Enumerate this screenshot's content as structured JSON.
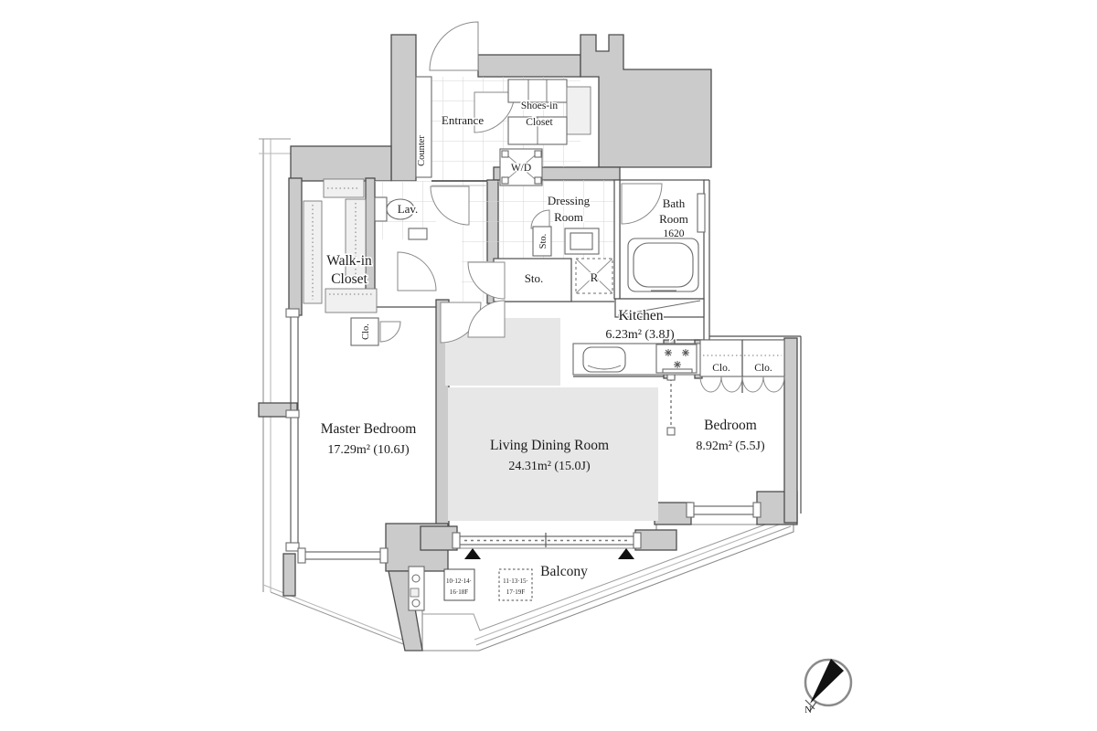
{
  "colors": {
    "wall_fill": "#cbcbcb",
    "wall_stroke": "#4d4d4d",
    "tile_line": "#d4d4d4",
    "ceiling_fill": "#e7e7e7",
    "marker_black": "#111111",
    "background": "#ffffff"
  },
  "rooms": {
    "entrance": {
      "name": "Entrance"
    },
    "counter": {
      "name": "Counter"
    },
    "shoes_closet": {
      "line1": "Shoes-in",
      "line2": "Closet"
    },
    "wd": {
      "name": "W/D"
    },
    "dressing": {
      "line1": "Dressing",
      "line2": "Room"
    },
    "bath": {
      "line1": "Bath",
      "line2": "Room",
      "size": "1620"
    },
    "lav": {
      "name": "Lav."
    },
    "walk_in_closet": {
      "line1": "Walk-in",
      "line2": "Closet",
      "clo": "Clo."
    },
    "sto_upper": {
      "name": "Sto."
    },
    "sto_lower": {
      "name": "Sto."
    },
    "fridge": {
      "name": "R"
    },
    "kitchen": {
      "name": "Kitchen",
      "area": "6.23m²  (3.8J)"
    },
    "master_bedroom": {
      "name": "Master Bedroom",
      "area": "17.29m²   (10.6J)"
    },
    "living_dining": {
      "name": "Living Dining Room",
      "area": "24.31m²   (15.0J)"
    },
    "bedroom": {
      "name": "Bedroom",
      "area": "8.92m²  (5.5J)",
      "clo_left": "Clo.",
      "clo_right": "Clo."
    },
    "balcony": {
      "name": "Balcony"
    }
  },
  "markers": {
    "floors_solid": {
      "line1": "10·12·14·",
      "line2": "16·18F"
    },
    "floors_dashed": {
      "line1": "11·13·15·",
      "line2": "17·19F"
    },
    "compass": {
      "label": "N"
    }
  }
}
